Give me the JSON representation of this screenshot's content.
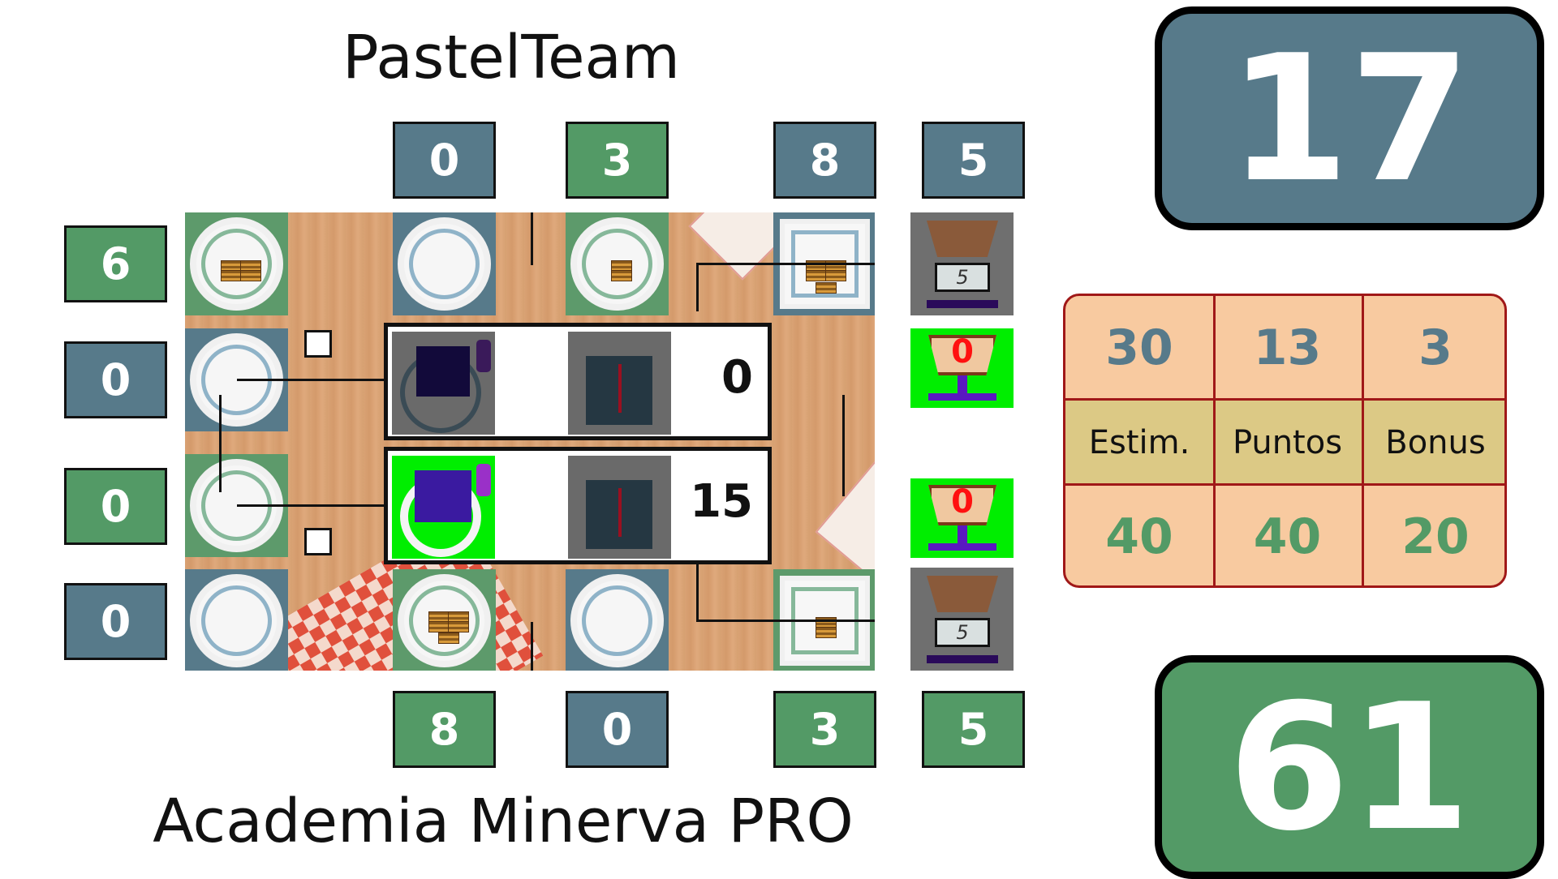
{
  "teams": {
    "top_name": "PastelTeam",
    "bottom_name": "Academia Minerva PRO"
  },
  "scores": {
    "top_total": "17",
    "bottom_total": "61"
  },
  "column_counts_top": [
    "0",
    "3",
    "8",
    "5"
  ],
  "column_counts_bottom": [
    "8",
    "0",
    "3",
    "5"
  ],
  "row_counts_left": [
    "6",
    "0",
    "0",
    "0"
  ],
  "robots": [
    {
      "score": "0"
    },
    {
      "score": "15"
    }
  ],
  "scale_readouts": {
    "top_scale": "5",
    "bottom_scale": "5",
    "green_top": "0",
    "green_bottom": "0"
  },
  "score_table": {
    "headers": [
      "Estim.",
      "Puntos",
      "Bonus"
    ],
    "top_values": [
      "30",
      "13",
      "3"
    ],
    "bottom_values": [
      "40",
      "40",
      "20"
    ]
  },
  "colors": {
    "blue_team": "#577a8a",
    "green_team": "#539a66",
    "table_bg": "#f8caa0",
    "table_label_bg": "#dcc985",
    "table_border": "#a01818"
  }
}
